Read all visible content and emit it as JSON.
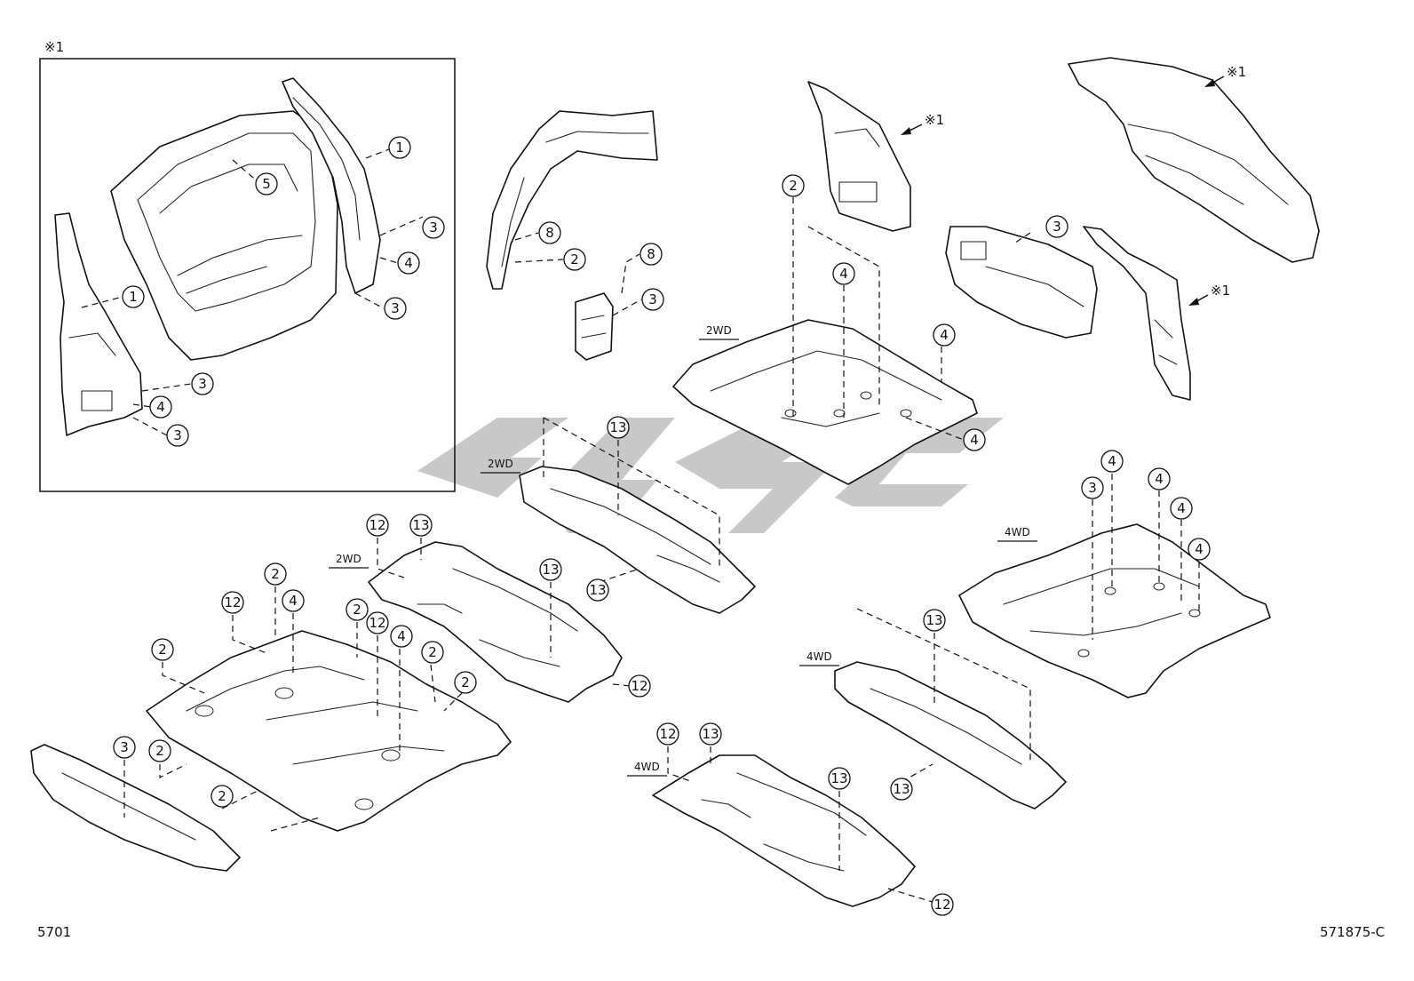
{
  "inset_mark": "※1",
  "footer": {
    "left": "5701",
    "right": "571875-C"
  },
  "notes": [
    "※1",
    "※1",
    "※1"
  ],
  "drive_labels": [
    "2WD",
    "2WD",
    "2WD",
    "4WD",
    "4WD",
    "4WD"
  ],
  "callouts": [
    "1",
    "5",
    "3",
    "4",
    "3",
    "1",
    "3",
    "4",
    "3",
    "8",
    "2",
    "8",
    "3",
    "2",
    "4",
    "4",
    "4",
    "3",
    "13",
    "12",
    "13",
    "13",
    "13",
    "2",
    "4",
    "12",
    "2",
    "12",
    "4",
    "2",
    "2",
    "12",
    "2",
    "3",
    "2",
    "2",
    "4",
    "3",
    "4",
    "4",
    "4",
    "13",
    "13",
    "12",
    "13",
    "13",
    "12"
  ]
}
